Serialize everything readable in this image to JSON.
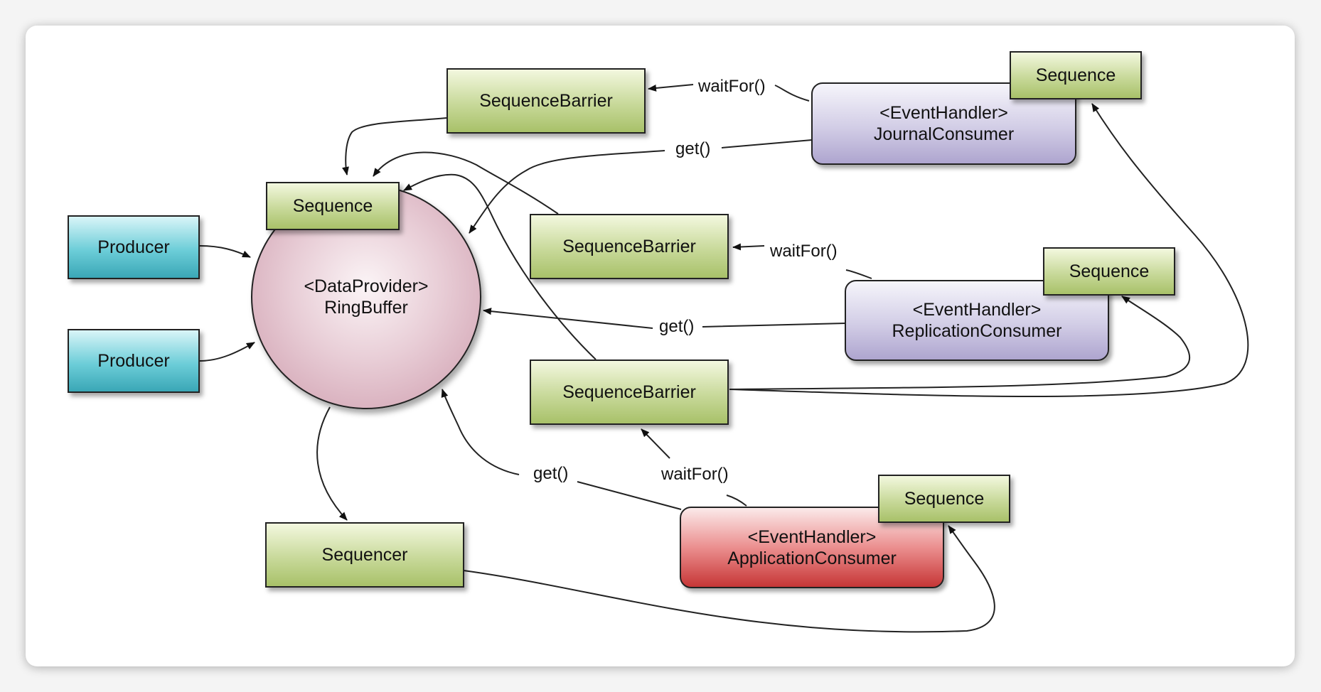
{
  "ring_buffer": {
    "stereotype": "<DataProvider>",
    "name": "RingBuffer"
  },
  "producers": [
    "Producer",
    "Producer"
  ],
  "sequence_label": "Sequence",
  "sequence_barrier_label": "SequenceBarrier",
  "sequencer_label": "Sequencer",
  "consumers": {
    "journal": {
      "stereotype": "<EventHandler>",
      "name": "JournalConsumer"
    },
    "replication": {
      "stereotype": "<EventHandler>",
      "name": "ReplicationConsumer"
    },
    "application": {
      "stereotype": "<EventHandler>",
      "name": "ApplicationConsumer"
    }
  },
  "edge_labels": {
    "wait_for": "waitFor()",
    "get": "get()"
  }
}
